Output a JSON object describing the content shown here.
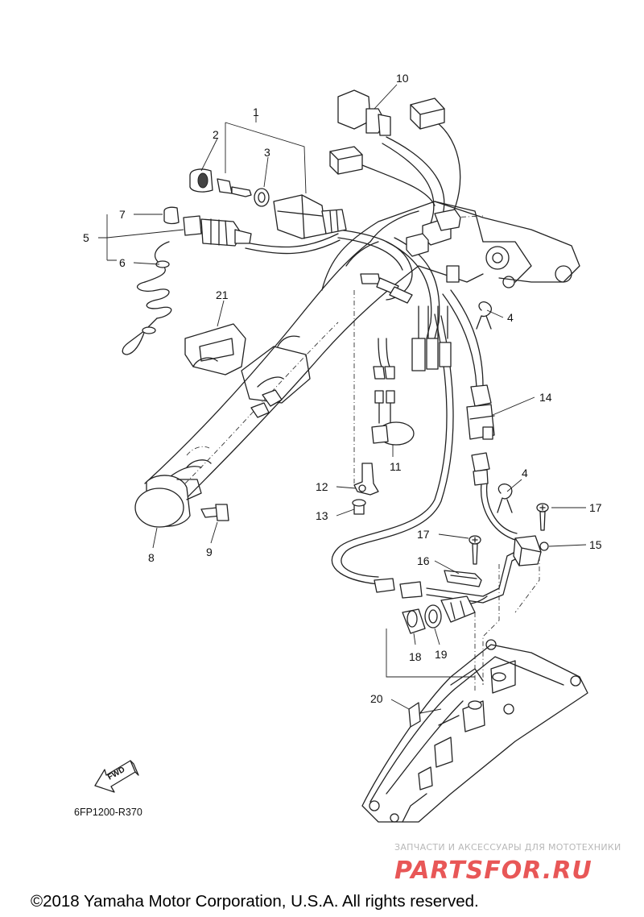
{
  "callouts": [
    "1",
    "2",
    "3",
    "4",
    "5",
    "6",
    "7",
    "8",
    "9",
    "10",
    "11",
    "12",
    "13",
    "14",
    "15",
    "16",
    "17",
    "18",
    "19",
    "20",
    "21"
  ],
  "callout_extra": {
    "4b": "4",
    "17b": "17"
  },
  "diagram_code": "6FP1200-R370",
  "fwd_label": "FWD",
  "watermark": {
    "tagline": "ЗАПЧАСТИ И АКСЕССУАРЫ ДЛЯ МОТОТЕХНИКИ",
    "brand": "PARTSFOR.RU"
  },
  "copyright": "©2018 Yamaha Motor Corporation, U.S.A. All rights reserved."
}
